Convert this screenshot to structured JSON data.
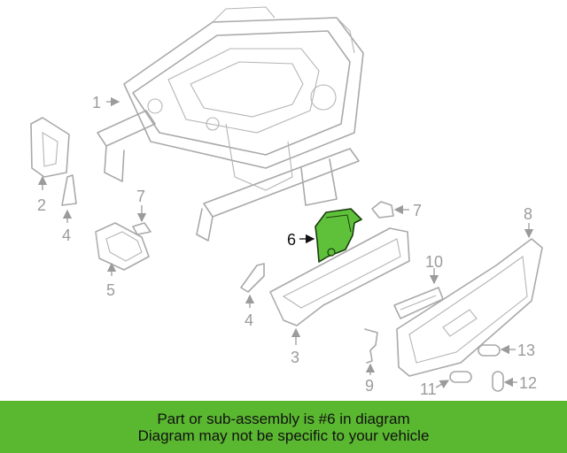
{
  "callouts": [
    {
      "id": "1",
      "highlighted": false
    },
    {
      "id": "2",
      "highlighted": false
    },
    {
      "id": "4",
      "highlighted": false
    },
    {
      "id": "7",
      "highlighted": false
    },
    {
      "id": "5",
      "highlighted": false
    },
    {
      "id": "6",
      "highlighted": true
    },
    {
      "id": "7",
      "highlighted": false
    },
    {
      "id": "8",
      "highlighted": false
    },
    {
      "id": "4",
      "highlighted": false
    },
    {
      "id": "10",
      "highlighted": false
    },
    {
      "id": "3",
      "highlighted": false
    },
    {
      "id": "9",
      "highlighted": false
    },
    {
      "id": "13",
      "highlighted": false
    },
    {
      "id": "11",
      "highlighted": false
    },
    {
      "id": "12",
      "highlighted": false
    }
  ],
  "banner": {
    "line1": "Part or sub-assembly is #6 in diagram",
    "line2": "Diagram may not be specific to your vehicle"
  },
  "colors": {
    "highlight_part": "#5fc13a",
    "banner_background": "#5ab730",
    "line_art": "#a9a9a9"
  }
}
